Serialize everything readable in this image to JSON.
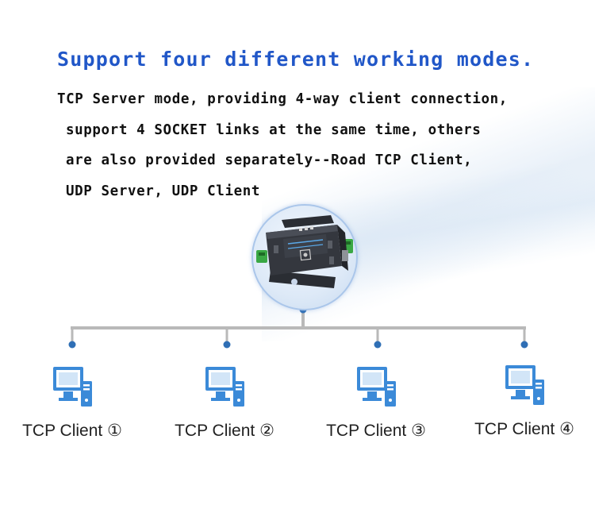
{
  "headline": "Support four different working modes.",
  "description_lines": [
    "TCP Server mode, providing 4-way client connection,",
    "support 4 SOCKET links at the same time, others",
    "are also provided separately--Road TCP Client,",
    "UDP Server, UDP Client"
  ],
  "clients": [
    {
      "label": "TCP Client ①"
    },
    {
      "label": "TCP Client ②"
    },
    {
      "label": "TCP Client ③"
    },
    {
      "label": "TCP Client ④"
    }
  ],
  "colors": {
    "headline": "#2157c8",
    "tree_line": "#b9b9b9",
    "node_dot": "#2f6fb5",
    "pc_blue": "#3b8ad8"
  }
}
